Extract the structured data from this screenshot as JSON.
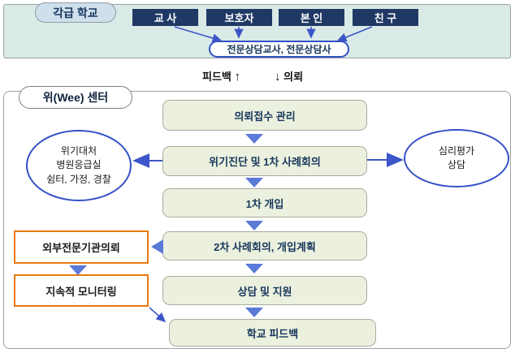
{
  "school_section": {
    "label": "각급 학교",
    "sources": [
      "교 사",
      "보호자",
      "본 인",
      "친 구"
    ],
    "counselor": "전문상담교사, 전문상담사"
  },
  "flow_labels": {
    "feedback": "피드백",
    "up_arrow": "↑",
    "down_arrow": "↓",
    "request": "의뢰"
  },
  "wee_center": {
    "label": "위(Wee) 센터",
    "steps": [
      "의뢰접수 관리",
      "위기진단 및 1차 사례회의",
      "1차 개입",
      "2차 사례회의, 개입계획",
      "상담 및 지원",
      "학교 피드백"
    ],
    "left_ellipse": {
      "lines": [
        "위기대처",
        "병원응급실",
        "쉼터, 가정, 경찰"
      ]
    },
    "right_ellipse": {
      "lines": [
        "심리평가",
        "상담"
      ]
    },
    "side_boxes": [
      "외부전문기관의뢰",
      "지속적 모니터링"
    ]
  },
  "colors": {
    "band_fill": "#d9eae7",
    "navy_box": "#1f3864",
    "blue_border": "#3350c8",
    "arrow_blue": "#3c55c8",
    "triangle_blue": "#5a7ad8",
    "green_fill": "#ebf1de",
    "orange_border": "#e8790f"
  }
}
